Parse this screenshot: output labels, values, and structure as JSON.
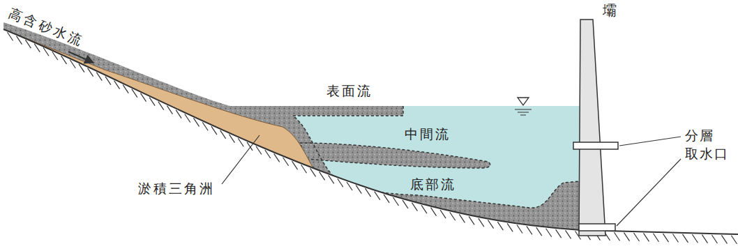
{
  "diagram": {
    "labels": [
      "高含砂水流",
      "表面流",
      "中間流",
      "底部流",
      "淤積三角洲",
      "壩",
      "分層 取水口"
    ]
  }
}
